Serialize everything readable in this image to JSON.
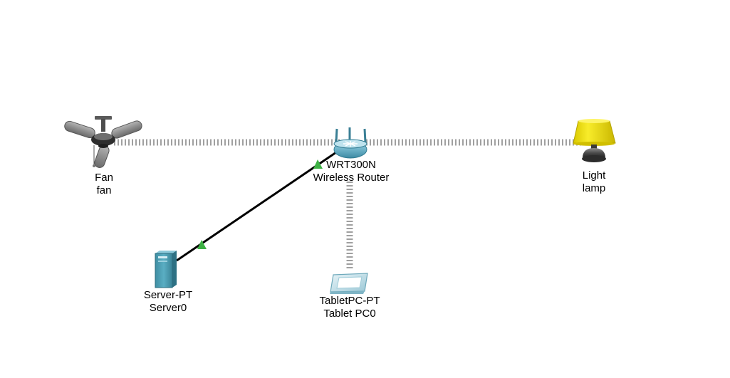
{
  "workspace": {
    "background": "#ffffff",
    "wireless_link_color": "#a0a0a0",
    "wired_link_color": "#000000",
    "link_status_color": "#3cb043"
  },
  "devices": {
    "fan": {
      "model": "Fan",
      "name": "fan",
      "icon": "ceiling-fan-icon"
    },
    "router": {
      "model": "WRT300N",
      "name": "Wireless Router",
      "icon": "wireless-router-icon"
    },
    "lamp": {
      "model": "Light",
      "name": "lamp",
      "icon": "light-lamp-icon"
    },
    "server": {
      "model": "Server-PT",
      "name": "Server0",
      "icon": "server-icon"
    },
    "tablet": {
      "model": "TabletPC-PT",
      "name": "Tablet PC0",
      "icon": "tablet-pc-icon"
    }
  },
  "links": [
    {
      "from": "fan",
      "to": "router",
      "type": "wireless"
    },
    {
      "from": "router",
      "to": "lamp",
      "type": "wireless"
    },
    {
      "from": "router",
      "to": "tablet",
      "type": "wireless"
    },
    {
      "from": "server",
      "to": "router",
      "type": "wired",
      "status": "up"
    }
  ]
}
